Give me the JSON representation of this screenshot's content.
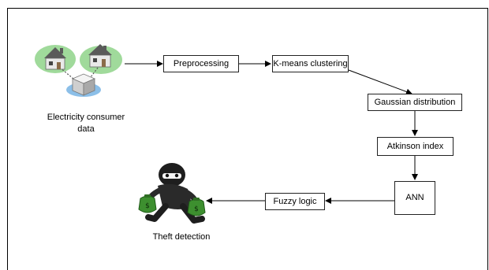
{
  "nodes": {
    "source_caption_line1": "Electricity consumer",
    "source_caption_line2": "data",
    "preprocessing": "Preprocessing",
    "kmeans": "K-means clustering",
    "gaussian": "Gaussian distribution",
    "atkinson": "Atkinson index",
    "ann": "ANN",
    "fuzzy": "Fuzzy logic",
    "theft_caption": "Theft detection"
  },
  "icons": {
    "source": "houses-network-icon",
    "theft": "thief-with-money-bags-icon"
  },
  "colors": {
    "house_halo": "#8fd48a",
    "meter_halo": "#7fb8e6",
    "edge": "#000000"
  }
}
